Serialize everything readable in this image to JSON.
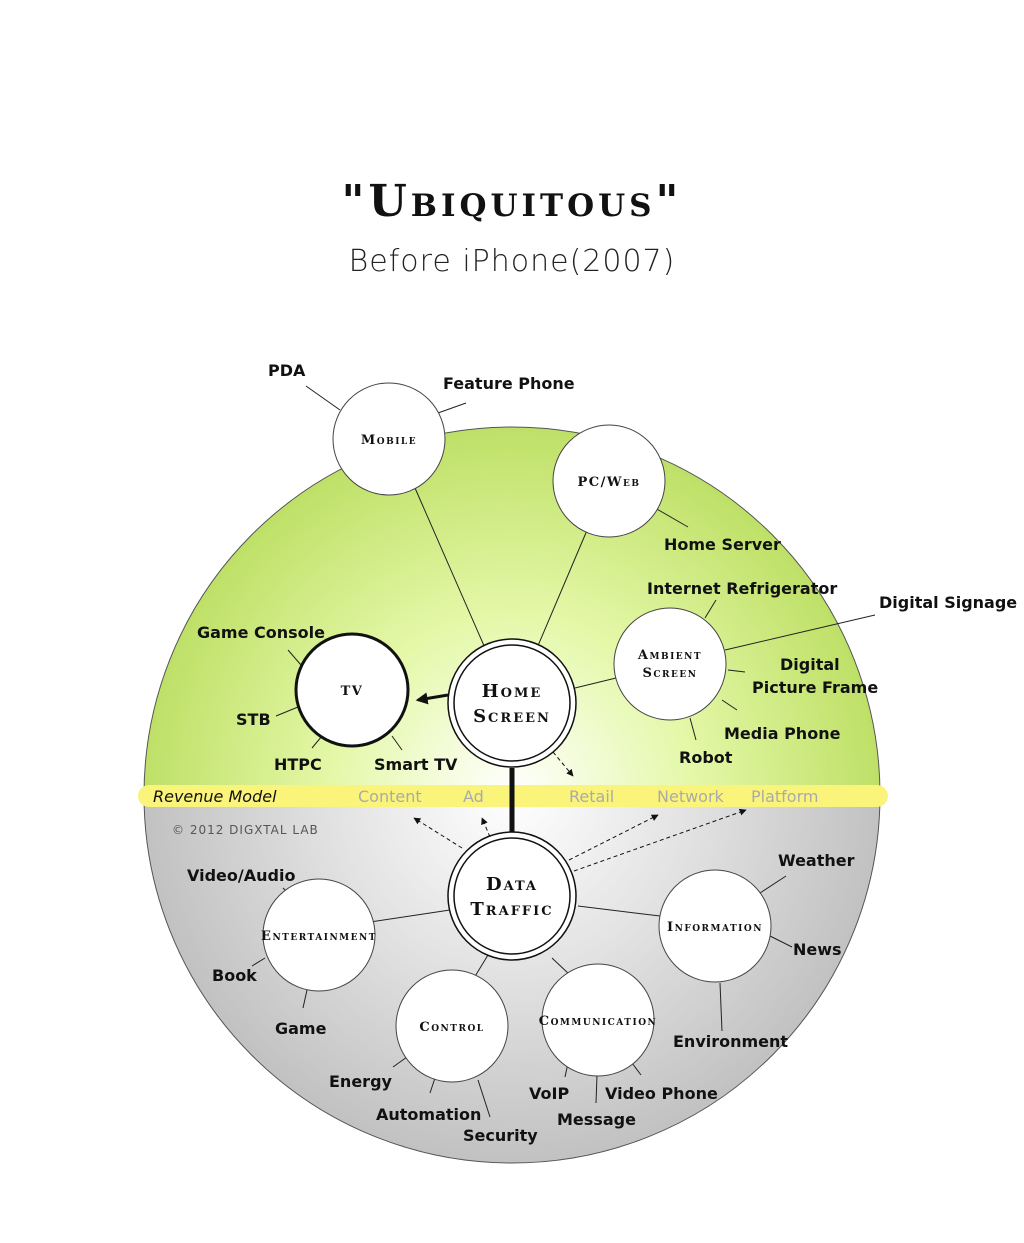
{
  "title": "\"Ubiquitous\"",
  "subtitle": "Before iPhone(2007)",
  "copyright": "© 2012 DIGXTAL LAB",
  "hubs": {
    "home_screen": [
      "Home",
      "Screen"
    ],
    "data_traffic": [
      "Data",
      "Traffic"
    ]
  },
  "upper_nodes": {
    "mobile": "Mobile",
    "pcweb": "PC/Web",
    "ambient": [
      "Ambient",
      "Screen"
    ],
    "tv": "TV"
  },
  "upper_leaves": {
    "pda": "PDA",
    "feature_phone": "Feature Phone",
    "home_server": "Home Server",
    "internet_refrigerator": "Internet Refrigerator",
    "digital_signage": "Digital Signage",
    "digital_picture_frame": [
      "Digital",
      "Picture Frame"
    ],
    "media_phone": "Media Phone",
    "robot": "Robot",
    "game_console": "Game Console",
    "stb": "STB",
    "htpc": "HTPC",
    "smart_tv": "Smart TV"
  },
  "revenue_model": {
    "label": "Revenue Model",
    "items": [
      "Content",
      "Ad",
      "Retail",
      "Network",
      "Platform"
    ]
  },
  "lower_nodes": {
    "entertainment": "Entertainment",
    "control": "Control",
    "communication": "Communication",
    "information": "Information"
  },
  "lower_leaves": {
    "video_audio": "Video/Audio",
    "book": "Book",
    "game": "Game",
    "energy": "Energy",
    "automation": "Automation",
    "security": "Security",
    "voip": "VoIP",
    "message": "Message",
    "video_phone": "Video Phone",
    "weather": "Weather",
    "news": "News",
    "environment": "Environment"
  },
  "colors": {
    "upper_center": "#ffffff",
    "upper_edge": "#b7de59",
    "lower_center": "#ffffff",
    "lower_edge": "#b9b9b9",
    "band": "#fbf47a"
  }
}
